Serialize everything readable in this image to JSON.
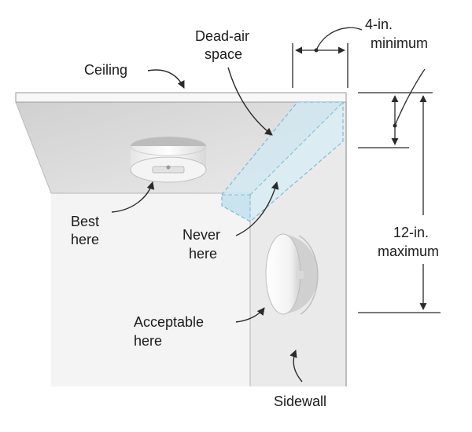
{
  "labels": {
    "ceiling": "Ceiling",
    "dead_air": [
      "Dead-air",
      "space"
    ],
    "min_dim": [
      "4-in.",
      "minimum"
    ],
    "best": [
      "Best",
      "here"
    ],
    "never": [
      "Never",
      "here"
    ],
    "max_dim": [
      "12-in.",
      "maximum"
    ],
    "acceptable": [
      "Acceptable",
      "here"
    ],
    "sidewall": "Sidewall"
  },
  "colors": {
    "ceiling_fill": "#d9d9d9",
    "wall_fill": "#f4f4f4",
    "sidewall_fill": "#ececec",
    "dead_air_fill": "#cfe8f3",
    "dead_air_stroke": "#7bbcd8",
    "line": "#2a2a2a"
  }
}
